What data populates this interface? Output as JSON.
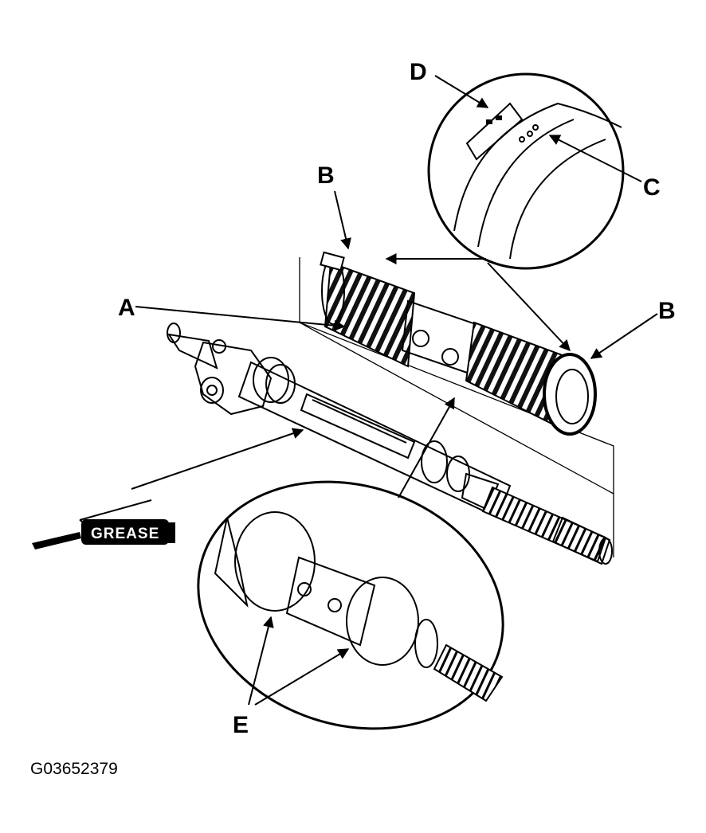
{
  "labels": {
    "a": "A",
    "b": "B",
    "c": "C",
    "d": "D",
    "e": "E"
  },
  "grease_label": "GREASE",
  "figure_id": "G03652379",
  "colors": {
    "ink": "#000000",
    "paper": "#ffffff"
  }
}
